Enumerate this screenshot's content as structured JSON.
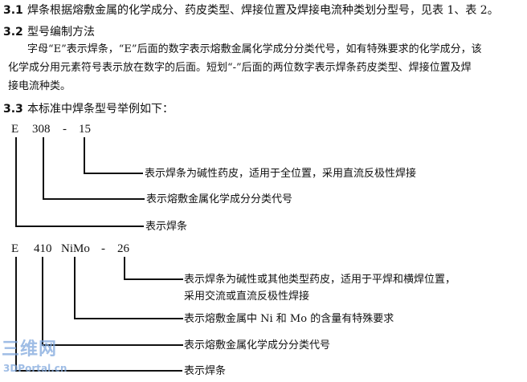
{
  "sections": [
    {
      "num": "3.1",
      "text": "焊条根据熔敷金属的化学成分、药皮类型、焊接位置及焊接电流种类划分型号，见表 1、表 2。"
    },
    {
      "num": "3.2",
      "text": "型号编制方法"
    },
    {
      "num": "3.3",
      "text": "本标准中焊条型号举例如下："
    }
  ],
  "paragraph": [
    "字母“E”表示焊条，“E”后面的数字表示熔敷金属化学成分分类代号，如有特殊要求的化学成分，该",
    "化学成分用元素符号表示放在数字的后面。短划“-”后面的两位数字表示焊条药皮类型、焊接位置及焊",
    "接电流种类。"
  ],
  "example1": {
    "code": [
      "E",
      "308",
      "-",
      "15"
    ],
    "desc": [
      "表示焊条为碱性药皮，适用于全位置，采用直流反极性焊接",
      "表示熔敷金属化学成分分类代号",
      "表示焊条"
    ]
  },
  "example2": {
    "code": [
      "E",
      "410",
      "NiMo",
      "-",
      "26"
    ],
    "desc": [
      "表示焊条为碱性或其他类型药皮，适用于平焊和横焊位置，",
      "采用交流或直流反极性焊接",
      "表示熔敷金属中 Ni 和 Mo 的含量有特殊要求",
      "表示熔敷金属化学成分分类代号",
      "表示焊条"
    ]
  },
  "watermark": {
    "logo": "三维网",
    "site": "3DPortal.cn",
    "color": "#7fa7dd"
  }
}
